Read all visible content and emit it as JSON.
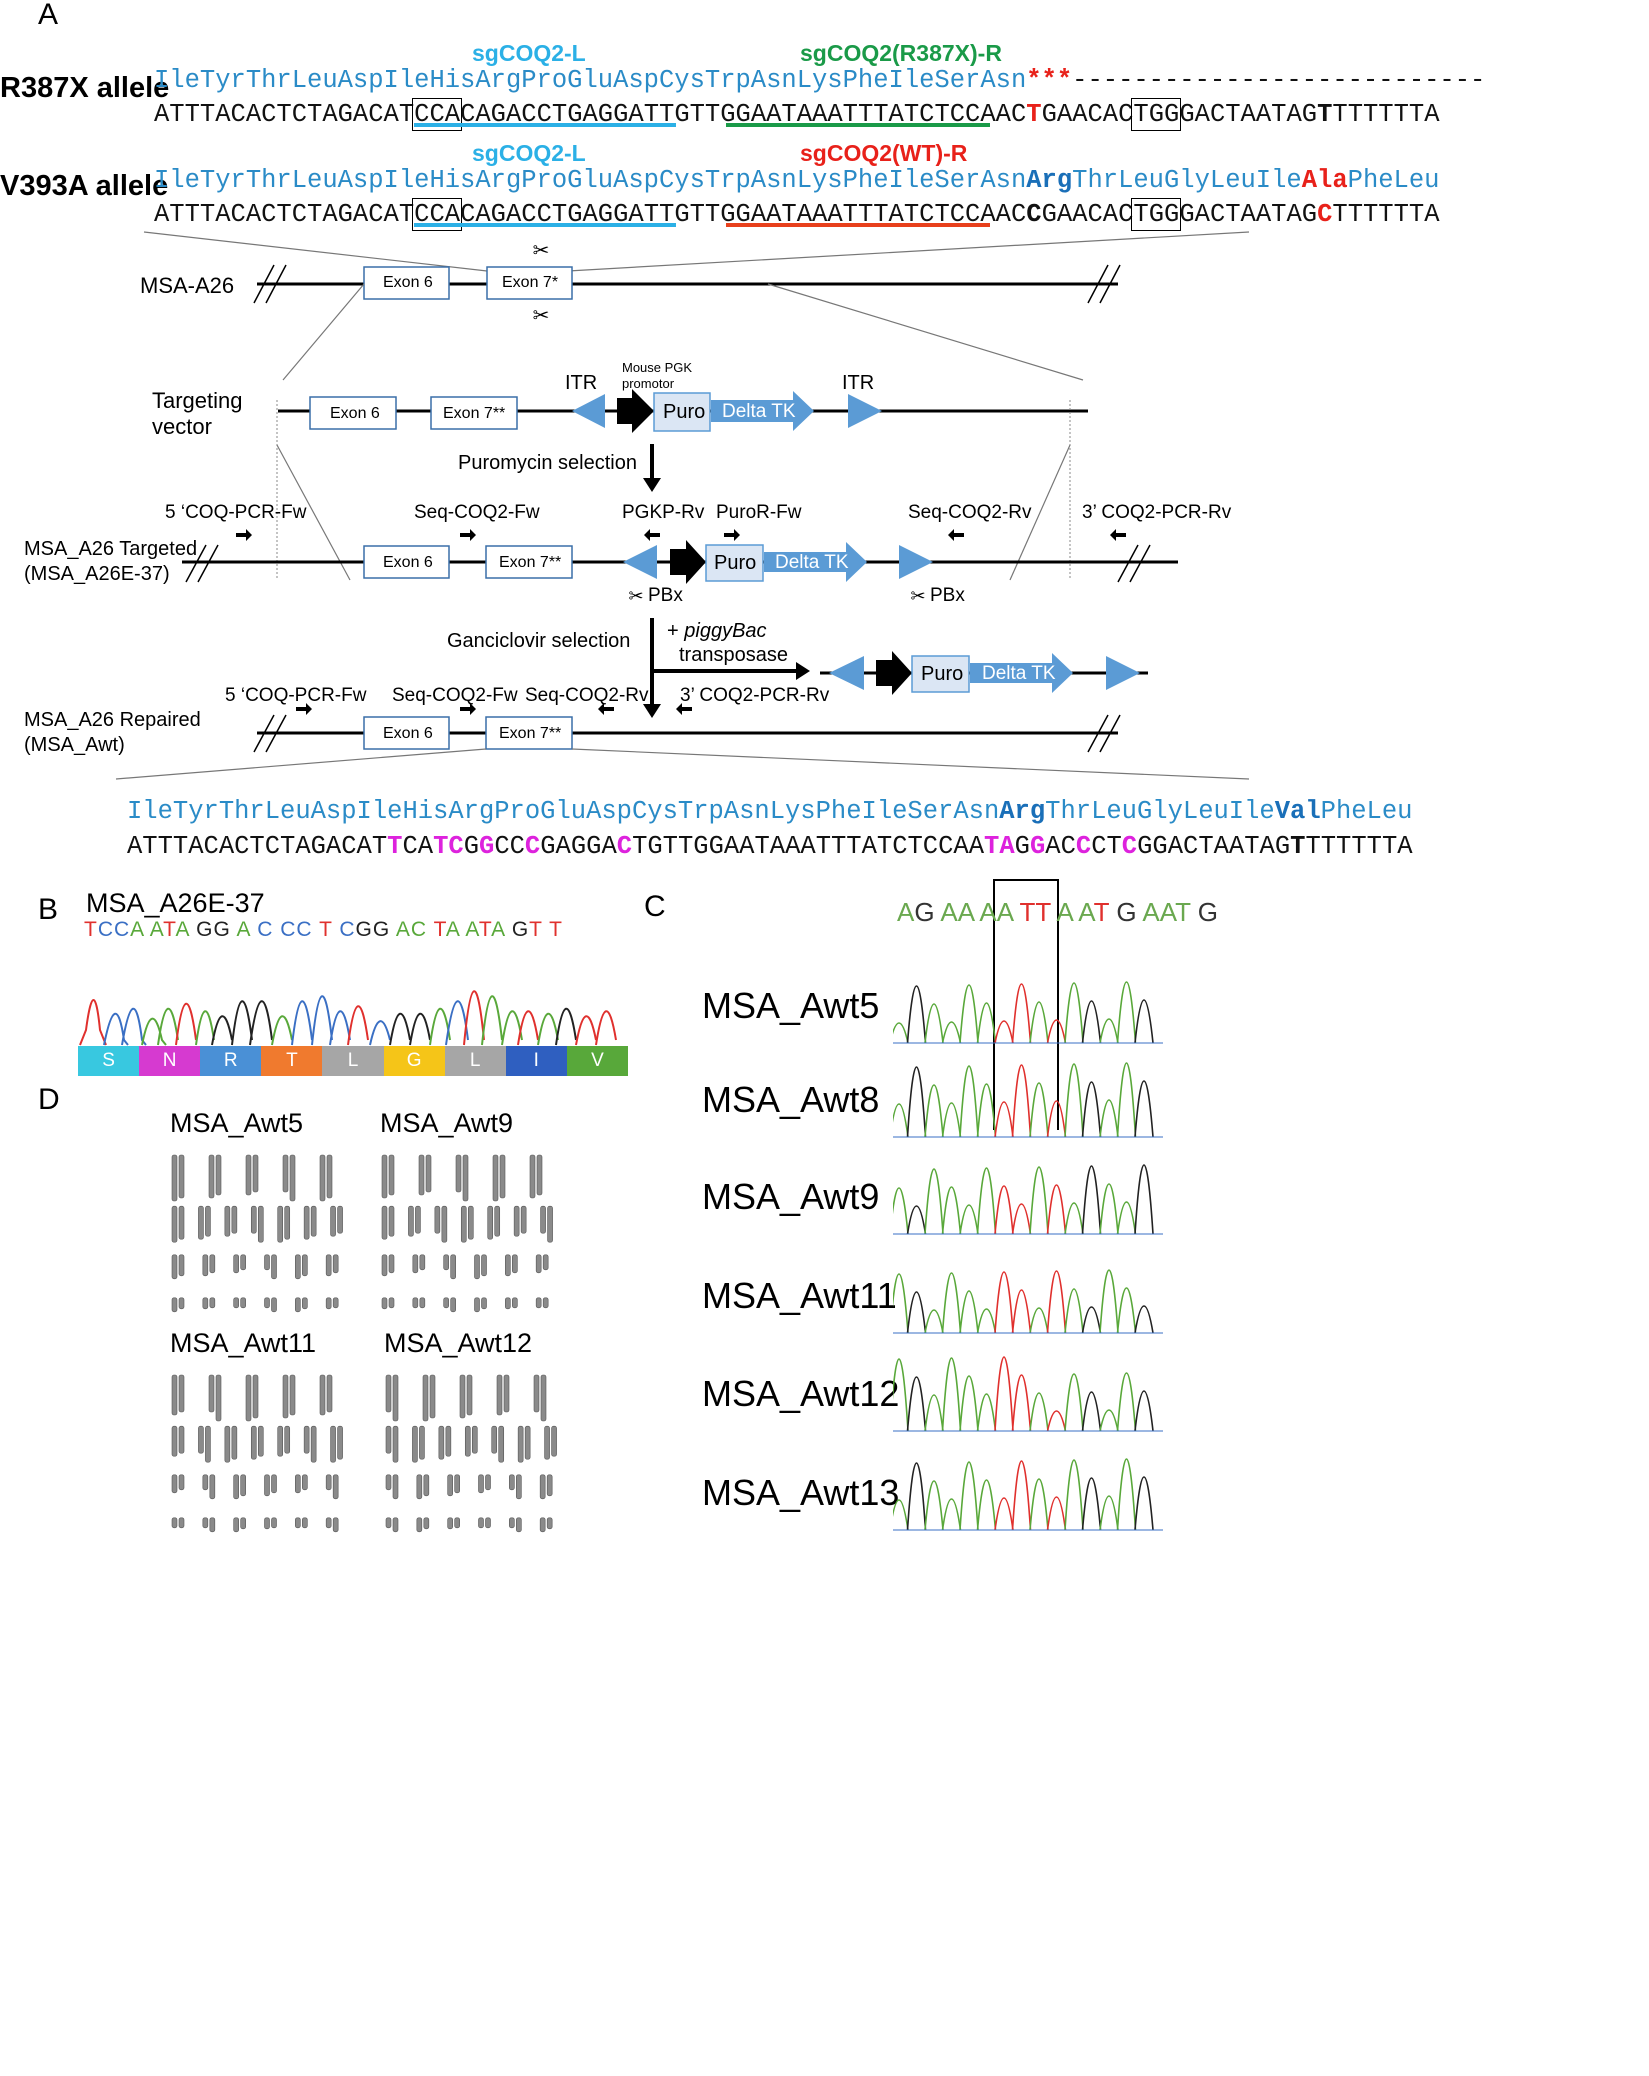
{
  "panels": {
    "a": "A",
    "b": "B",
    "c": "C",
    "d": "D"
  },
  "panel_a": {
    "r387x": {
      "allele_label": "R387X allele",
      "guide_left": "sgCOQ2-L",
      "guide_right": "sgCOQ2(R387X)-R",
      "aa_main": "IleTyrThrLeuAspIleHisArgProGluAspCysTrpAsnLysPheIleSerAsn",
      "stop": "***",
      "dashes": "---------------------------",
      "nt_1": "ATTTACACTCTAGACAT",
      "nt_pam1": "CCA",
      "nt_2": "CAGACCTGAGGATTGTTGGAATAAATTTATCTCCAAC",
      "nt_mut": "T",
      "nt_3": "GAACAC",
      "nt_pam2": "TGG",
      "nt_4": "GACTAATAG",
      "nt_bold": "T",
      "nt_5": "TTTTTTA"
    },
    "v393a": {
      "allele_label": "V393A allele",
      "guide_left": "sgCOQ2-L",
      "guide_right": "sgCOQ2(WT)-R",
      "aa_1": "IleTyrThrLeuAspIleHisArgProGluAspCysTrpAsnLysPheIleSerAsn",
      "aa_arg": "Arg",
      "aa_2": "ThrLeuGlyLeuIle",
      "aa_ala": "Ala",
      "aa_3": "PheLeu",
      "nt_1": "ATTTACACTCTAGACAT",
      "nt_pam1": "CCA",
      "nt_2": "CAGACCTGAGGATTGTTGGAATAAATTTATCTCCAAC",
      "nt_c": "C",
      "nt_3": "GAACAC",
      "nt_pam2": "TGG",
      "nt_4": "GACTAATAG",
      "nt_c2": "C",
      "nt_5": "TTTTTTA"
    },
    "diagram": {
      "msa_a26": "MSA-A26",
      "exon6": "Exon 6",
      "exon7_star": "Exon 7*",
      "exon7_2star": "Exon 7**",
      "targeting_vector": [
        "Targeting",
        "vector"
      ],
      "mouse_pgk": [
        "Mouse PGK",
        "promotor"
      ],
      "itr": "ITR",
      "puro": "Puro",
      "delta_tk": "Delta TK",
      "puromycin": "Puromycin selection",
      "fw5": "5 ‘COQ-PCR-Fw",
      "seq_fw": "Seq-COQ2-Fw",
      "pgkp_rv": "PGKP-Rv",
      "puror_fw": "PuroR-Fw",
      "seq_rv": "Seq-COQ2-Rv",
      "rv3": "3’ COQ2-PCR-Rv",
      "targeted": [
        "MSA_A26 Targeted",
        "(MSA_A26E-37)"
      ],
      "pbx": "PBx",
      "ganciclovir": "Ganciclovir selection",
      "piggybac": [
        "+ ",
        "piggyBac",
        "transposase"
      ],
      "repaired": [
        "MSA_A26 Repaired",
        "(MSA_Awt)"
      ]
    },
    "repaired_seq": {
      "aa_1": "IleTyrThrLeuAspIleHisArgProGluAspCysTrpAsnLysPheIleSerAsn",
      "aa_arg": "Arg",
      "aa_2": "ThrLeuGlyLeuIle",
      "aa_val": "Val",
      "aa_3": "PheLeu",
      "nt": [
        [
          "ATTTACACTCTAGACAT",
          "n"
        ],
        [
          "T",
          "m"
        ],
        [
          "CA",
          "n"
        ],
        [
          "TC",
          "m"
        ],
        [
          "G",
          "n"
        ],
        [
          "G",
          "m"
        ],
        [
          "CC",
          "n"
        ],
        [
          "C",
          "m"
        ],
        [
          "GAGGA",
          "n"
        ],
        [
          "C",
          "m"
        ],
        [
          "TGTTGGAATAAATTTATCTCCAA",
          "n"
        ],
        [
          "TA",
          "m"
        ],
        [
          "G",
          "n"
        ],
        [
          "G",
          "m"
        ],
        [
          "AC",
          "n"
        ],
        [
          "C",
          "m"
        ],
        [
          "CT",
          "n"
        ],
        [
          "C",
          "m"
        ],
        [
          "GGACTAATAG",
          "n"
        ],
        [
          "T",
          "b"
        ],
        [
          "TTTTTTA",
          "n"
        ]
      ]
    }
  },
  "panel_b": {
    "title": "MSA_A26E-37",
    "bases": [
      [
        "T",
        "#e0302d"
      ],
      [
        "C",
        "#3a6fc4"
      ],
      [
        "C",
        "#3a6fc4"
      ],
      [
        "A",
        "#59a83a"
      ],
      [
        " ",
        ""
      ],
      [
        "A",
        "#59a83a"
      ],
      [
        "T",
        "#e0302d"
      ],
      [
        "A",
        "#59a83a"
      ],
      [
        " ",
        ""
      ],
      [
        "G",
        "#222"
      ],
      [
        "G",
        "#222"
      ],
      [
        " ",
        ""
      ],
      [
        "A",
        "#59a83a"
      ],
      [
        " ",
        ""
      ],
      [
        "C",
        "#3a6fc4"
      ],
      [
        " ",
        ""
      ],
      [
        "C",
        "#3a6fc4"
      ],
      [
        "C",
        "#3a6fc4"
      ],
      [
        " ",
        ""
      ],
      [
        "T",
        "#e0302d"
      ],
      [
        " ",
        ""
      ],
      [
        "C",
        "#3a6fc4"
      ],
      [
        "G",
        "#222"
      ],
      [
        "G",
        "#222"
      ],
      [
        " ",
        ""
      ],
      [
        "A",
        "#59a83a"
      ],
      [
        "C",
        "#59a83a"
      ],
      [
        " ",
        ""
      ],
      [
        "T",
        "#e0302d"
      ],
      [
        "A",
        "#59a83a"
      ],
      [
        " ",
        ""
      ],
      [
        "A",
        "#59a83a"
      ],
      [
        "T",
        "#e0302d"
      ],
      [
        "A",
        "#59a83a"
      ],
      [
        " ",
        ""
      ],
      [
        "G",
        "#222"
      ],
      [
        "T",
        "#e0302d"
      ],
      [
        " ",
        ""
      ],
      [
        "T",
        "#e0302d"
      ]
    ],
    "aa_bar": [
      {
        "label": "S",
        "color": "#38c8e0"
      },
      {
        "label": "N",
        "color": "#d63ad0"
      },
      {
        "label": "R",
        "color": "#4a90d6"
      },
      {
        "label": "T",
        "color": "#f07a2e"
      },
      {
        "label": "L",
        "color": "#a6a6a6"
      },
      {
        "label": "G",
        "color": "#f5c518"
      },
      {
        "label": "L",
        "color": "#a6a6a6"
      },
      {
        "label": "I",
        "color": "#2f5fc0"
      },
      {
        "label": "V",
        "color": "#58a83a"
      }
    ]
  },
  "panel_c": {
    "seq": [
      [
        "A",
        "#6aa84f"
      ],
      [
        "G",
        "#333"
      ],
      [
        " ",
        ""
      ],
      [
        "AA",
        "#6aa84f"
      ],
      [
        " ",
        ""
      ],
      [
        "AA",
        "#6aa84f"
      ],
      [
        " ",
        ""
      ],
      [
        "TT",
        "#e0302d"
      ],
      [
        " ",
        ""
      ],
      [
        "A",
        "#6aa84f"
      ],
      [
        " ",
        ""
      ],
      [
        "A",
        "#6aa84f"
      ],
      [
        "T",
        "#e0302d"
      ],
      [
        " ",
        ""
      ],
      [
        "G",
        "#333"
      ],
      [
        " ",
        ""
      ],
      [
        "AAT",
        "#6aa84f"
      ],
      [
        " ",
        ""
      ],
      [
        "G",
        "#333"
      ]
    ],
    "samples": [
      "MSA_Awt5",
      "MSA_Awt8",
      "MSA_Awt9",
      "MSA_Awt11",
      "MSA_Awt12",
      "MSA_Awt13"
    ]
  },
  "panel_d": {
    "karyotypes": [
      "MSA_Awt5",
      "MSA_Awt9",
      "MSA_Awt11",
      "MSA_Awt12"
    ]
  },
  "colors": {
    "aa_blue": "#2a8bc7",
    "red": "#e8211a",
    "green_guide": "#1a9a48",
    "cyan_guide": "#2bb0e6",
    "orange_guide": "#e8401c",
    "magenta": "#dd22dd",
    "arrow_blue": "#5b9bd5",
    "box_blue": "#dbe6f4"
  }
}
